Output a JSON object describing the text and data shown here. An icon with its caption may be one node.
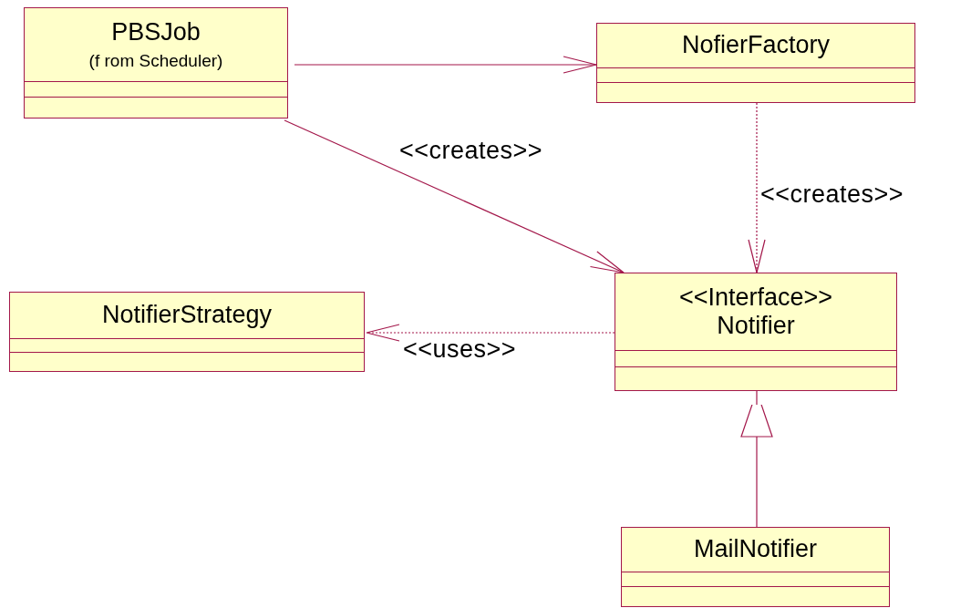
{
  "diagram": {
    "nodes": [
      {
        "text": [
          "PBSJob",
          "(f rom Scheduler)"
        ]
      },
      {
        "text": [
          "NofierFactory"
        ]
      },
      {
        "text": [
          "NotifierStrategy"
        ]
      },
      {
        "text": [
          "<<Interface>> Notifier"
        ]
      },
      {
        "text": [
          "MailNotifier"
        ]
      }
    ],
    "edges": [
      {
        "from": 0,
        "to": 1,
        "arrow": "to"
      },
      {
        "from": 0,
        "to": 3,
        "arrow": "to",
        "label": "<<creates>>"
      },
      {
        "from": 1,
        "to": 3,
        "arrow": "to",
        "label": "<<creates>>",
        "style": "dashed"
      },
      {
        "from": 3,
        "to": 2,
        "arrow": "to",
        "label": "<<uses>>",
        "style": "dashed"
      },
      {
        "from": 4,
        "to": 3,
        "arrow": "to"
      }
    ]
  }
}
